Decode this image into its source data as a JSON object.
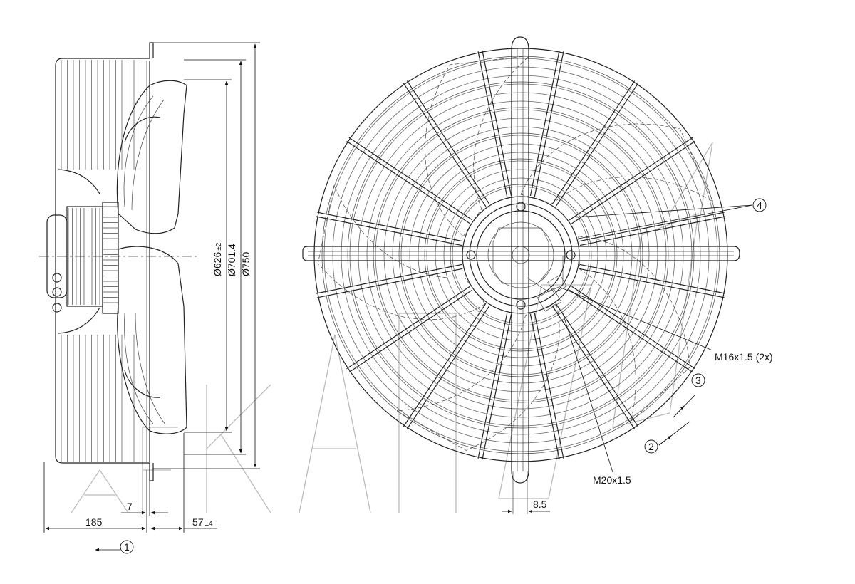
{
  "side_view": {
    "dims": {
      "d626": "Ø626",
      "d626_tol": "±2",
      "d701": "Ø701.4",
      "d750": "Ø750",
      "w185": "185",
      "w7": "7",
      "w57": "57",
      "w57_tol": "±4"
    },
    "airflow_callout": "1"
  },
  "front_view": {
    "callouts": [
      "4",
      "3",
      "2"
    ],
    "labels": {
      "m16": "M16x1.5 (2x)",
      "m20": "M20x1.5",
      "d85": "8.5"
    }
  }
}
